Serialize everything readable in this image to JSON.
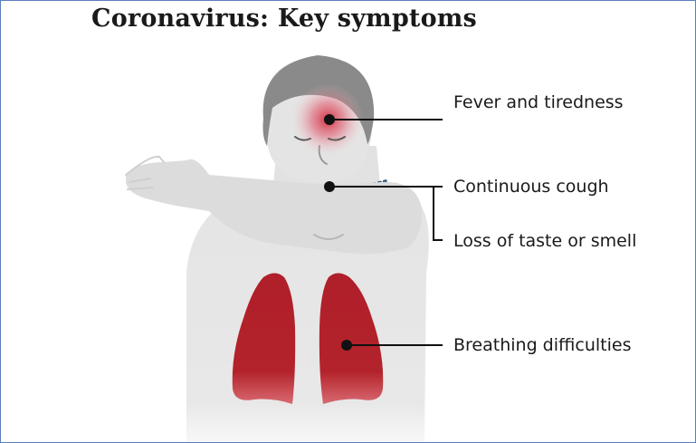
{
  "title": "Coronavirus: Key symptoms",
  "symptoms": {
    "fever": "Fever and tiredness",
    "cough": "Continuous cough",
    "taste": "Loss of taste or smell",
    "breathing": "Breathing difficulties"
  },
  "colors": {
    "body": "#e6e6e6",
    "arm": "#dcdcdc",
    "hair": "#8a8a8a",
    "lungs": "#b3232b",
    "fever_glow": "#d42a3a",
    "leader_line": "#111111",
    "cough_dots": "#2d5b7a",
    "frame_border": "#5b7fbf"
  }
}
